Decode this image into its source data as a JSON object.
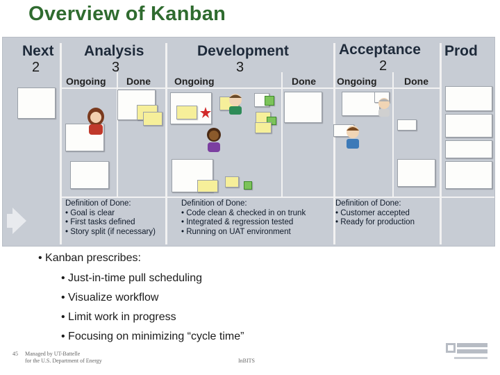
{
  "slide": {
    "title": "Overview of Kanban",
    "page_number": "45",
    "footer_line1": "Managed by UT-Battelle",
    "footer_line2": "for the U.S. Department of Energy",
    "footer_mid": "InBITS"
  },
  "board": {
    "columns": [
      {
        "name": "Next",
        "wip": "2"
      },
      {
        "name": "Analysis",
        "wip": "3"
      },
      {
        "name": "Development",
        "wip": "3"
      },
      {
        "name": "Acceptance",
        "wip": "2"
      },
      {
        "name": "Prod",
        "wip": ""
      }
    ],
    "subcolumns": [
      "Ongoing",
      "Done",
      "Ongoing",
      "Done",
      "Ongoing",
      "Done"
    ],
    "definitions": [
      {
        "heading": "Definition of Done:",
        "items": [
          "• Goal is clear",
          "• First tasks defined",
          "• Story split (if necessary)"
        ]
      },
      {
        "heading": "Definition of Done:",
        "items": [
          "• Code clean & checked in on trunk",
          "• Integrated & regression tested",
          "• Running on UAT environment"
        ]
      },
      {
        "heading": "Definition of Done:",
        "items": [
          "• Customer accepted",
          "• Ready for production"
        ]
      }
    ]
  },
  "bullets": {
    "main": "• Kanban prescribes:",
    "subs": [
      "• Just-in-time pull scheduling",
      "• Visualize workflow",
      "• Limit work in progress",
      "• Focusing on minimizing “cycle time”"
    ]
  }
}
